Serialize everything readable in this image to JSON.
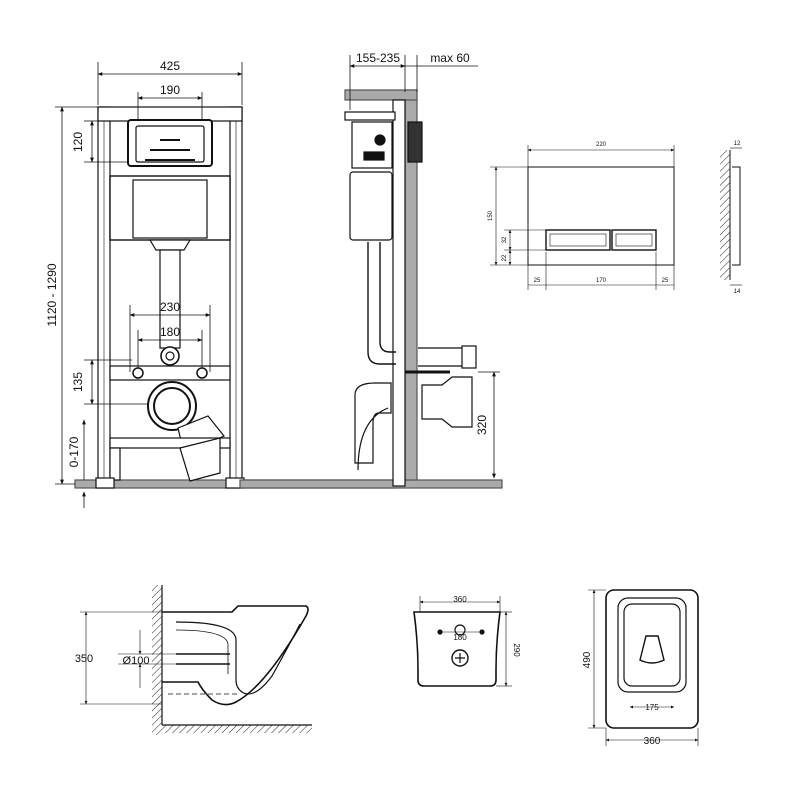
{
  "front_view": {
    "width_total": "425",
    "width_inner": "190",
    "height_top": "120",
    "height_range": "1120 - 1290",
    "bolt_spacing_outer": "230",
    "bolt_spacing_inner": "180",
    "outlet_height": "135",
    "foot_range": "0-170"
  },
  "side_view": {
    "depth_range": "155-235",
    "wall_max": "max 60",
    "pipe_height": "320"
  },
  "flush_plate": {
    "width": "220",
    "height": "150",
    "button_height": "32",
    "bottom_gap": "22",
    "margin_left": "25",
    "button_width": "170",
    "margin_right": "25",
    "thickness_top": "12",
    "thickness_bottom": "14"
  },
  "toilet_side": {
    "height": "350",
    "outlet_diameter": "Ø100"
  },
  "toilet_back": {
    "width": "360",
    "bolt_spacing": "180",
    "depth": "290"
  },
  "toilet_top": {
    "length": "490",
    "mount_spacing": "175",
    "width": "360"
  }
}
